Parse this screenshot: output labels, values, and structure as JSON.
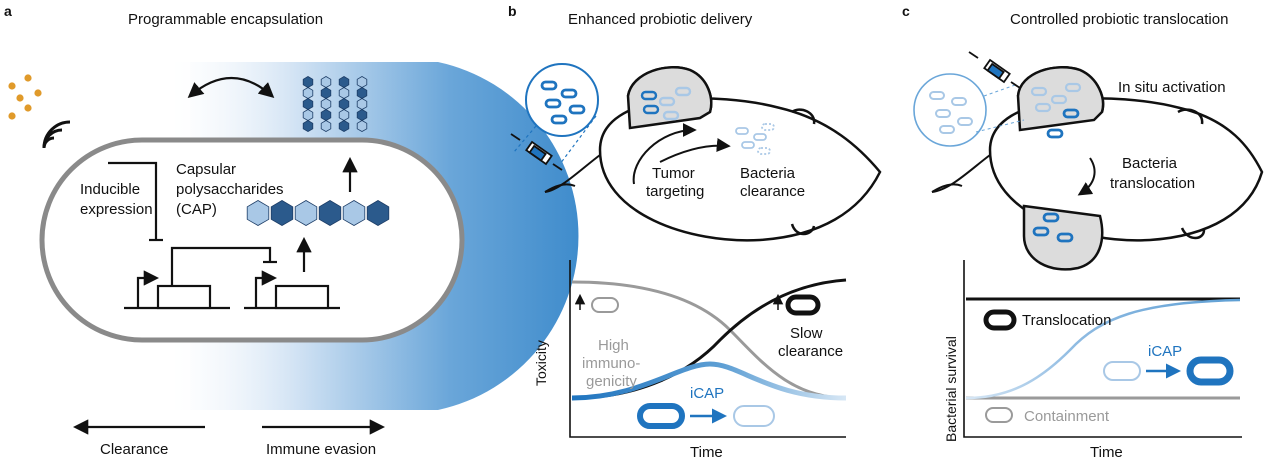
{
  "panel_a": {
    "letter": "a",
    "title": "Programmable encapsulation",
    "cap_label_1": "Capsular",
    "cap_label_2": "polysaccharides",
    "cap_label_3": "(CAP)",
    "inducible_1": "Inducible",
    "inducible_2": "expression",
    "clearance": "Clearance",
    "immune_evasion": "Immune evasion"
  },
  "panel_b": {
    "letter": "b",
    "title": "Enhanced probiotic delivery",
    "tumor_1": "Tumor",
    "tumor_2": "targeting",
    "bact_clear_1": "Bacteria",
    "bact_clear_2": "clearance",
    "chart": {
      "ylabel": "Toxicity",
      "xlabel": "Time",
      "high_1": "High",
      "high_2": "immuno-",
      "high_3": "genicity",
      "slow_1": "Slow",
      "slow_2": "clearance",
      "icap": "iCAP"
    }
  },
  "panel_c": {
    "letter": "c",
    "title": "Controlled probiotic translocation",
    "in_situ": "In situ activation",
    "bact_trans_1": "Bacteria",
    "bact_trans_2": "translocation",
    "chart": {
      "ylabel": "Bacterial survival",
      "xlabel": "Time",
      "translocation": "Translocation",
      "containment": "Containment",
      "icap": "iCAP"
    }
  },
  "colors": {
    "blue": "#1f74bf",
    "light_blue": "#a9c8e6",
    "dark_navy": "#2b5a8c",
    "gray": "#9a9a9a",
    "orange": "#e09a2a",
    "tumor_gray": "#dcdcdc"
  }
}
